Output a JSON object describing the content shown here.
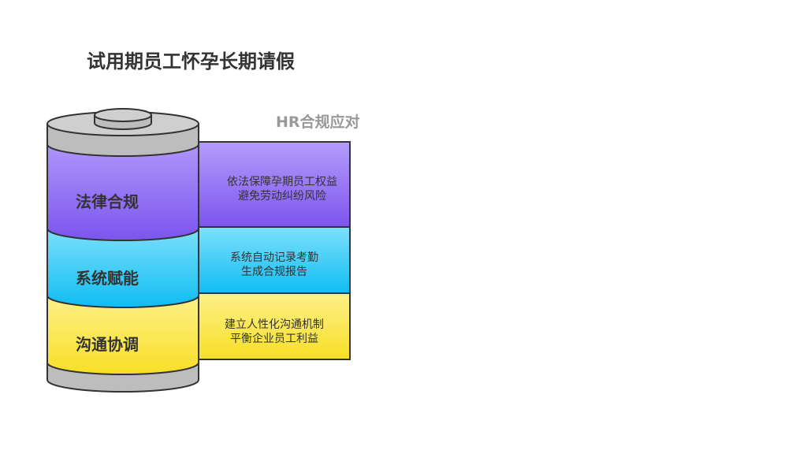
{
  "title": "试用期员工怀孕长期请假",
  "subtitle": "HR合规应对",
  "layers": [
    {
      "label": "法律合规",
      "lines": [
        "依法保障孕期员工权益",
        "避免劳动纠纷风险"
      ],
      "color": "#8b66f0"
    },
    {
      "label": "系统赋能",
      "lines": [
        "系统自动记录考勤",
        "生成合规报告"
      ],
      "color": "#22c4f5"
    },
    {
      "label": "沟通协调",
      "lines": [
        "建立人性化沟通机制",
        "平衡企业员工利益"
      ],
      "color": "#fbe445"
    }
  ]
}
